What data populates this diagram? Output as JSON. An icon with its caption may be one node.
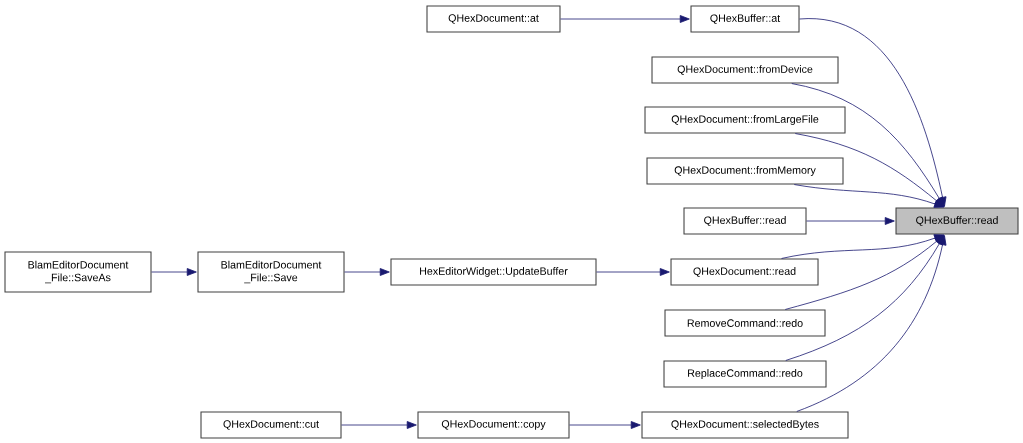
{
  "diagram": {
    "nodes": [
      {
        "text": [
          "QHexBuffer::read"
        ]
      },
      {
        "text": [
          "QHexBuffer::at"
        ]
      },
      {
        "text": [
          "QHexDocument::at"
        ]
      },
      {
        "text": [
          "QHexDocument::fromDevice"
        ]
      },
      {
        "text": [
          "QHexDocument::fromLargeFile"
        ]
      },
      {
        "text": [
          "QHexDocument::fromMemory"
        ]
      },
      {
        "text": [
          "QHexBuffer::read"
        ]
      },
      {
        "text": [
          "QHexDocument::read"
        ]
      },
      {
        "text": [
          "HexEditorWidget::UpdateBuffer"
        ]
      },
      {
        "text": [
          "BlamEditorDocument _File::Save"
        ]
      },
      {
        "text": [
          "BlamEditorDocument _File::SaveAs"
        ]
      },
      {
        "text": [
          "RemoveCommand::redo"
        ]
      },
      {
        "text": [
          "ReplaceCommand::redo"
        ]
      },
      {
        "text": [
          "QHexDocument::selectedBytes"
        ]
      },
      {
        "text": [
          "QHexDocument::copy"
        ]
      },
      {
        "text": [
          "QHexDocument::cut"
        ]
      }
    ],
    "edges": [
      {
        "from": 2,
        "to": 1,
        "arrow": "to"
      },
      {
        "from": 1,
        "to": 0,
        "arrow": "to"
      },
      {
        "from": 3,
        "to": 0,
        "arrow": "to"
      },
      {
        "from": 4,
        "to": 0,
        "arrow": "to"
      },
      {
        "from": 5,
        "to": 0,
        "arrow": "to"
      },
      {
        "from": 6,
        "to": 0,
        "arrow": "to"
      },
      {
        "from": 7,
        "to": 0,
        "arrow": "to"
      },
      {
        "from": 8,
        "to": 7,
        "arrow": "to"
      },
      {
        "from": 9,
        "to": 8,
        "arrow": "to"
      },
      {
        "from": 10,
        "to": 9,
        "arrow": "to"
      },
      {
        "from": 11,
        "to": 0,
        "arrow": "to"
      },
      {
        "from": 12,
        "to": 0,
        "arrow": "to"
      },
      {
        "from": 13,
        "to": 0,
        "arrow": "to"
      },
      {
        "from": 14,
        "to": 13,
        "arrow": "to"
      },
      {
        "from": 15,
        "to": 14,
        "arrow": "to"
      }
    ]
  }
}
